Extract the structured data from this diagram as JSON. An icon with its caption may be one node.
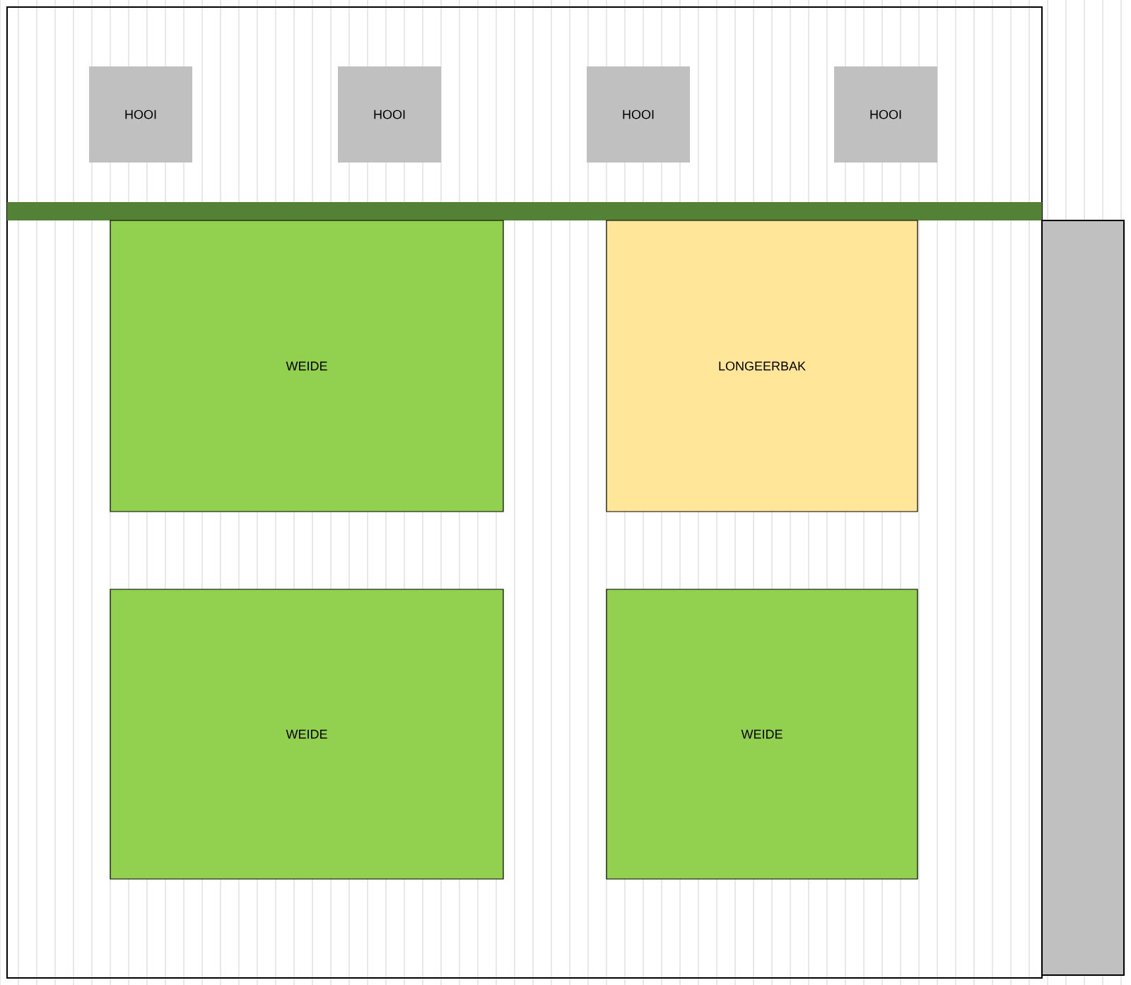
{
  "diagram": {
    "nodes": [
      {
        "text": [
          "HOOI"
        ]
      },
      {
        "text": [
          "HOOI"
        ]
      },
      {
        "text": [
          "HOOI"
        ]
      },
      {
        "text": [
          "HOOI"
        ]
      },
      {
        "text": [
          "WEIDE"
        ]
      },
      {
        "text": [
          "LONGEERBAK"
        ]
      },
      {
        "text": [
          "WEIDE"
        ]
      },
      {
        "text": [
          "WEIDE"
        ]
      }
    ]
  }
}
